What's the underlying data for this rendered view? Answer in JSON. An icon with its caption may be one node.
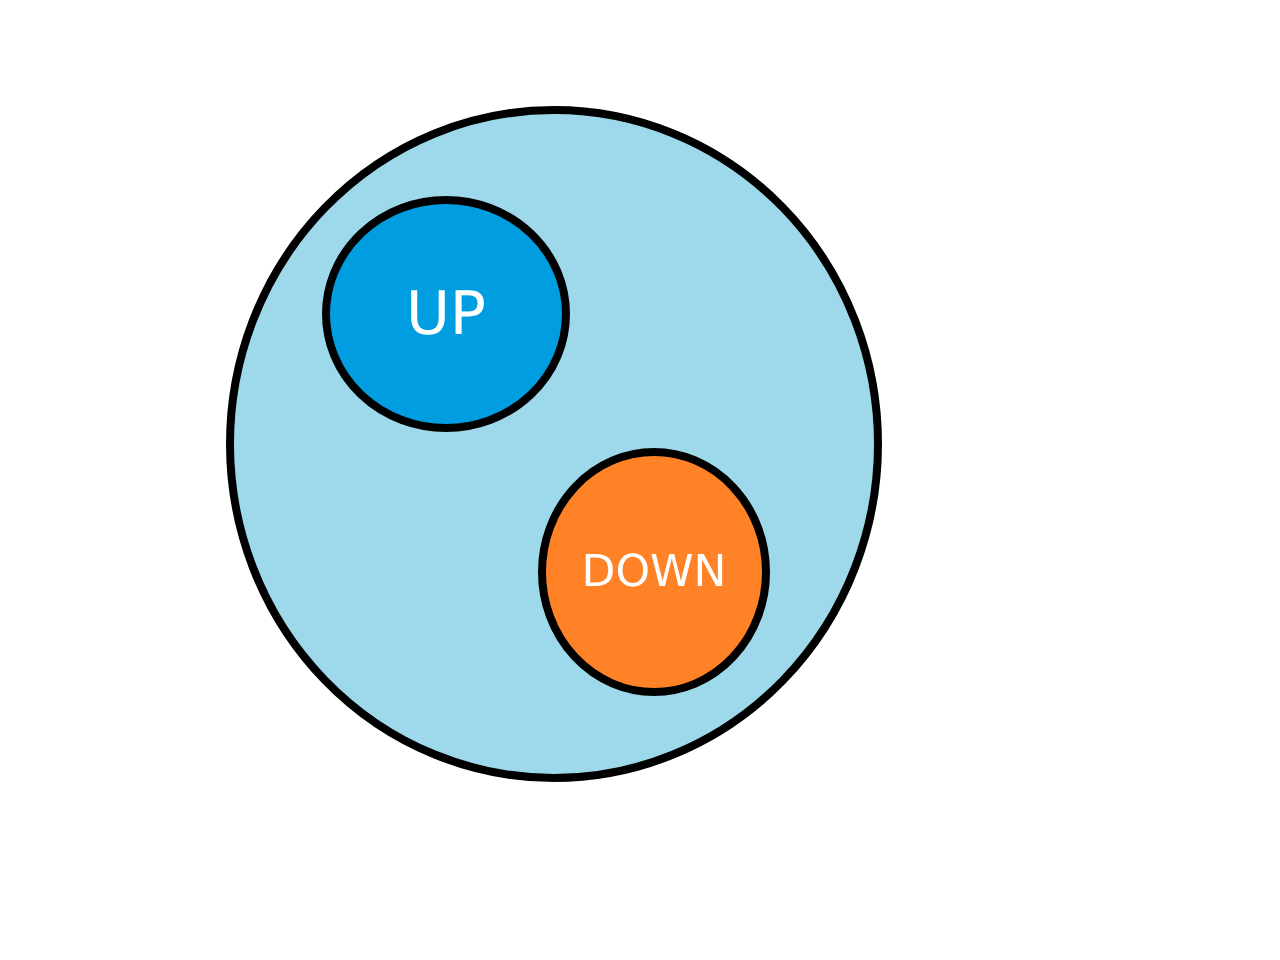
{
  "diagram": {
    "nodes": [
      {
        "text": [],
        "shape": "circle"
      },
      {
        "text": [
          "UP"
        ],
        "in": 0
      },
      {
        "text": [
          "DOWN"
        ],
        "in": 0
      }
    ]
  }
}
